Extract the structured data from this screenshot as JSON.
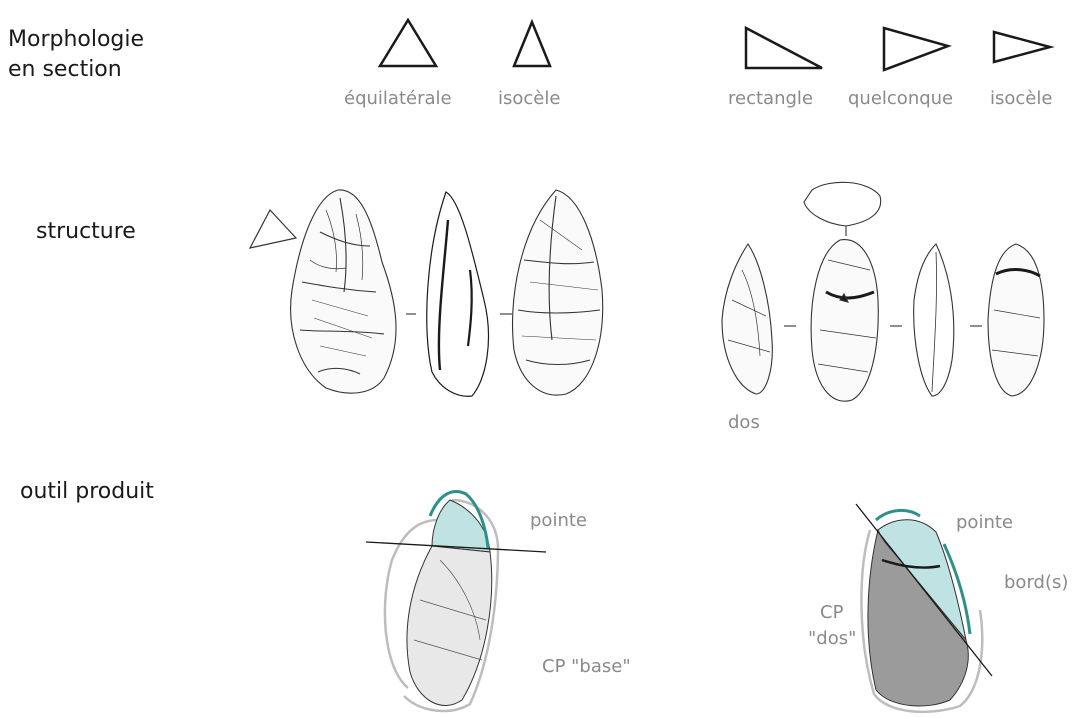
{
  "rows": {
    "morphologie_line1": "Morphologie",
    "morphologie_line2": "en section",
    "structure": "structure",
    "outil": "outil produit"
  },
  "section_shapes": [
    {
      "name": "triangle-equilateral",
      "label": "équilatérale"
    },
    {
      "name": "triangle-isocele-left",
      "label": "isocèle"
    },
    {
      "name": "triangle-rectangle",
      "label": "rectangle"
    },
    {
      "name": "triangle-quelconque",
      "label": "quelconque"
    },
    {
      "name": "triangle-isocele-right",
      "label": "isocèle"
    }
  ],
  "structure_labels": {
    "dos": "dos"
  },
  "tool_labels": {
    "pointe_left": "pointe",
    "cp_base": "CP \"base\"",
    "pointe_right": "pointe",
    "bords": "bord(s)",
    "cp_dos_line1": "CP",
    "cp_dos_line2": "\"dos\""
  },
  "colors": {
    "accent": "#2f8f8a",
    "highlight": "#bfe3e2",
    "gray": "#8a8a8a",
    "ink": "#1a1a1a"
  }
}
